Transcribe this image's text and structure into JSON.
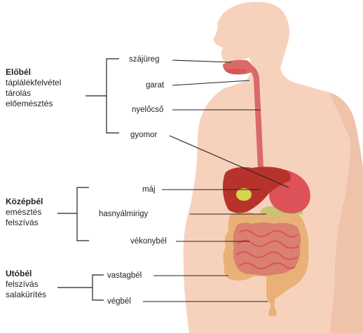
{
  "groups": [
    {
      "title": "Előbél",
      "lines": [
        "táplálékfelvétel",
        "tárolás",
        "előemésztés"
      ]
    },
    {
      "title": "Középbél",
      "lines": [
        "emésztés",
        "felszívás"
      ]
    },
    {
      "title": "Utóbél",
      "lines": [
        "felszívás",
        "salakürítés"
      ]
    }
  ],
  "labels": {
    "szajureg": "szájüreg",
    "garat": "garat",
    "nyelocso": "nyelőcső",
    "gyomor": "gyomor",
    "maj": "máj",
    "hasnyalmirigy": "hasnyálmirigy",
    "vekonybel": "vékonybél",
    "vastagbel": "vastagbél",
    "vegbel": "végbél"
  },
  "colors": {
    "skin": "#f6d2bd",
    "skin_shadow": "#efc3a9",
    "liver": "#b8322c",
    "stomach": "#dd5258",
    "small_intestine": "#d98070",
    "large_intestine": "#e9b177",
    "gallbladder": "#d7d64a",
    "pancreas": "#c7c56f",
    "esophagus": "#d96a68",
    "line": "#222222"
  }
}
